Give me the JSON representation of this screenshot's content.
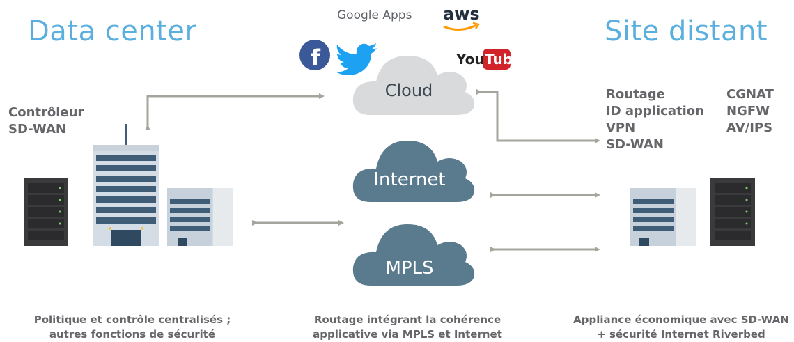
{
  "titles": {
    "left": "Data  center",
    "right": "Site distant"
  },
  "controller_label": [
    "Contrôleur",
    "SD-WAN"
  ],
  "clouds": {
    "cloud": "Cloud",
    "internet": "Internet",
    "mpls": "MPLS"
  },
  "logos": {
    "google_apps": "Google Apps",
    "aws": "aws",
    "youtube": "YouTube",
    "facebook": "f",
    "twitter": "twitter"
  },
  "features_col1": [
    "Routage",
    "ID application",
    "VPN",
    "SD-WAN"
  ],
  "features_col2": [
    "CGNAT",
    "NGFW",
    "AV/IPS"
  ],
  "captions": {
    "left": [
      "Politique et contrôle centralisés ;",
      "autres fonctions de sécurité"
    ],
    "center": [
      "Routage intégrant la cohérence",
      "applicative via MPLS et Internet"
    ],
    "right": [
      "Appliance économique avec SD-WAN",
      "+ sécurité Internet Riverbed"
    ]
  },
  "colors": {
    "title": "#5aafdf",
    "text": "#66666a",
    "cloud_light": "#d9dadb",
    "cloud_dark": "#5a7a8e",
    "arrow": "#a6a59d",
    "building_blue": "#3f5d77",
    "building_light": "#d4dde5",
    "server": "#3a3a3c"
  }
}
